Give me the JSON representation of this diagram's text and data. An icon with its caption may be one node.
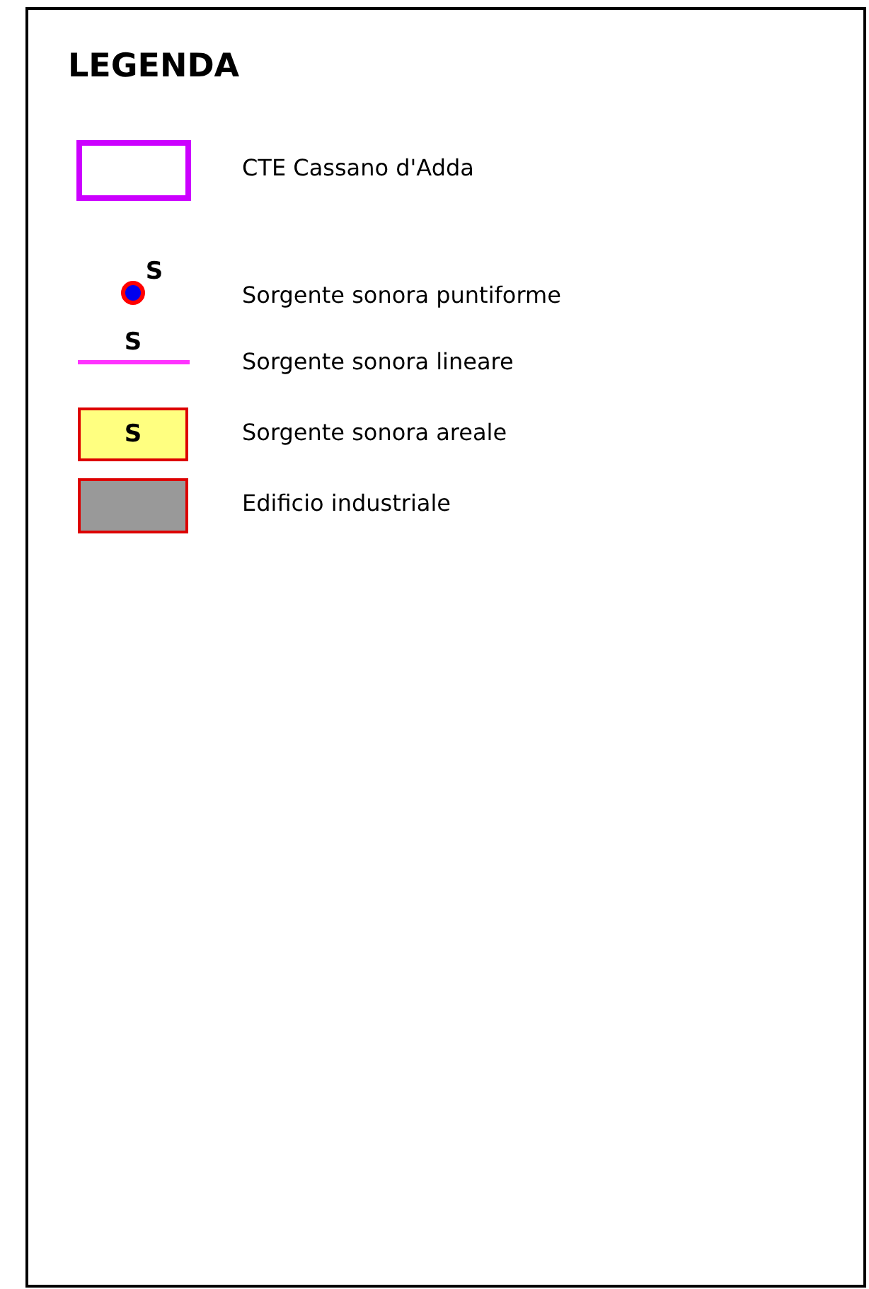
{
  "diagram": {
    "title": "LEGENDA",
    "labels": [
      "S",
      "S",
      "S"
    ],
    "legend": [
      {
        "text": "CTE Cassano d'Adda"
      },
      {
        "text": "Sorgente sonora puntiforme"
      },
      {
        "text": "Sorgente sonora lineare"
      },
      {
        "text": "Sorgente sonora areale"
      },
      {
        "text": "Edificio industriale"
      }
    ]
  }
}
